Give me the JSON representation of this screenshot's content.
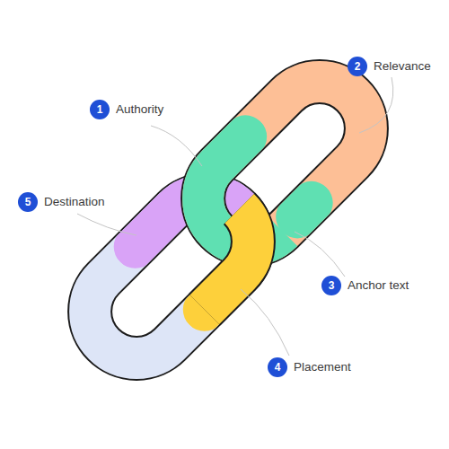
{
  "diagram": {
    "nodes": [
      {
        "text": [
          "1",
          "Authority"
        ]
      },
      {
        "text": [
          "2",
          "Relevance"
        ]
      },
      {
        "text": [
          "3",
          "Anchor text"
        ]
      },
      {
        "text": [
          "4",
          "Placement"
        ]
      },
      {
        "text": [
          "5",
          "Destination"
        ]
      }
    ]
  }
}
